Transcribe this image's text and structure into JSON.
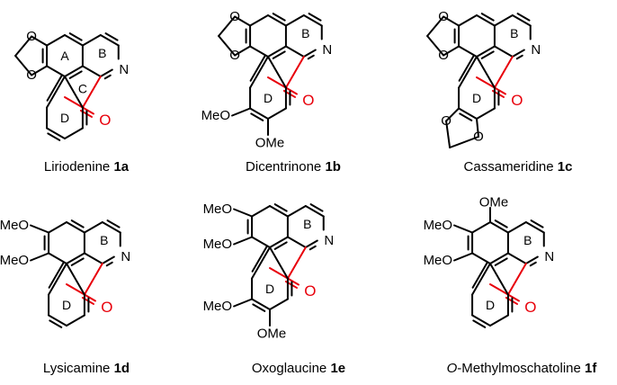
{
  "compounds": [
    {
      "name": "Liriodenine",
      "label": "1a"
    },
    {
      "name": "Dicentrinone",
      "label": "1b"
    },
    {
      "name": "Cassameridine",
      "label": "1c"
    },
    {
      "name": "Lysicamine",
      "label": "1d"
    },
    {
      "name": "Oxoglaucine",
      "label": "1e"
    },
    {
      "name": "-Methylmoschatoline",
      "prefix": "O",
      "label": "1f"
    }
  ],
  "atoms": {
    "N": "N",
    "O": "O",
    "OMe": "OMe",
    "MeO": "MeO"
  },
  "ring_labels": {
    "A": "A",
    "B": "B",
    "C": "C",
    "D": "D"
  },
  "colors": {
    "carbonyl": "#e8000b",
    "bond": "#000000"
  }
}
